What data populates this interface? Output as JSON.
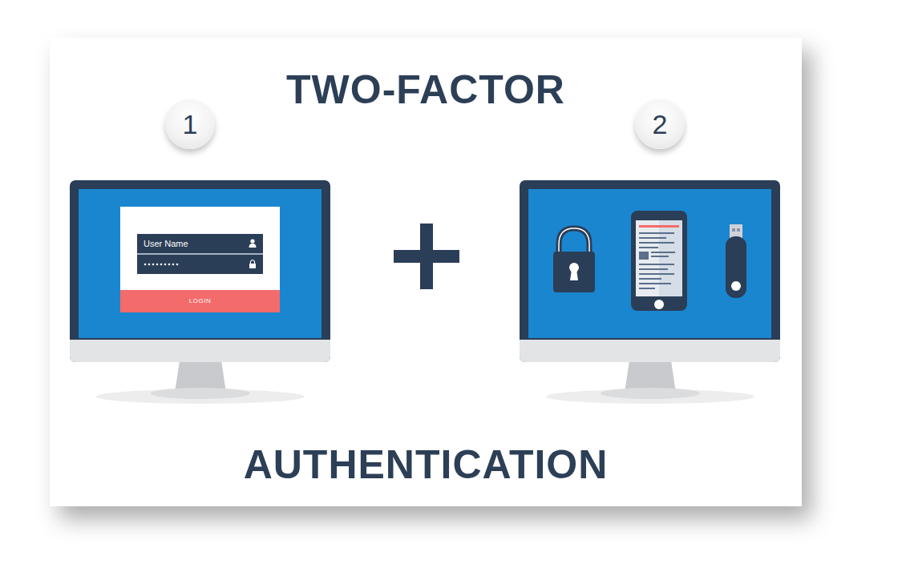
{
  "diagram": {
    "title": "TWO-FACTOR",
    "caption": "AUTHENTICATION",
    "nodes": [
      {
        "text": [
          "1"
        ]
      },
      {
        "text": [
          "2"
        ]
      },
      {
        "text": [
          "User Name"
        ]
      },
      {
        "text": [
          "LOGIN"
        ]
      }
    ]
  }
}
